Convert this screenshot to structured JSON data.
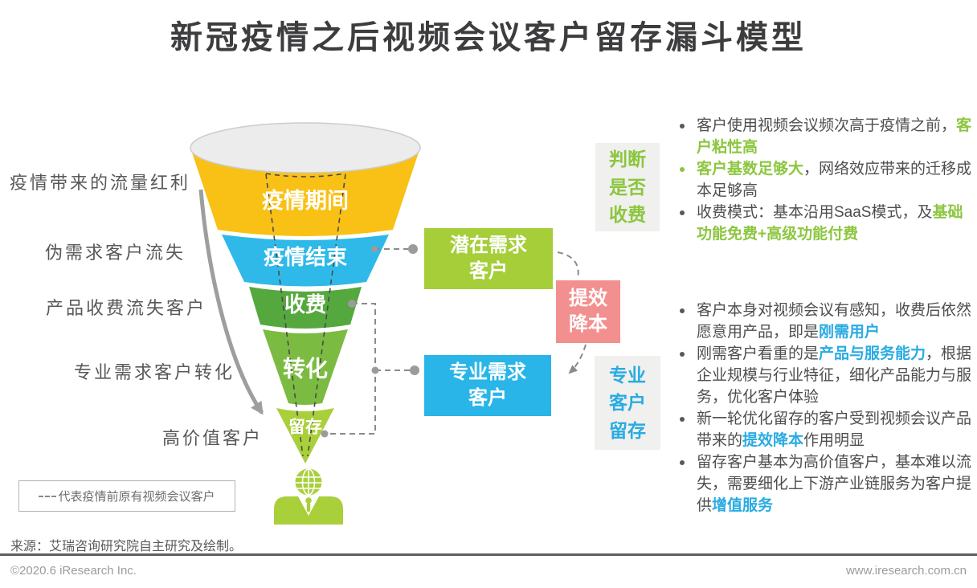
{
  "title": "新冠疫情之后视频会议客户留存漏斗模型",
  "funnel": {
    "layers": [
      {
        "label": "疫情期间",
        "color": "#F9C116"
      },
      {
        "label": "疫情结束",
        "color": "#2EB9E9"
      },
      {
        "label": "收费",
        "color": "#55A83D"
      },
      {
        "label": "转化",
        "color": "#7CBB42"
      },
      {
        "label": "留存",
        "color": "#A9CF3B"
      }
    ],
    "left_labels": [
      {
        "text": "疫情带来的流量红利"
      },
      {
        "text": "伪需求客户流失"
      },
      {
        "text": "产品收费流失客户"
      },
      {
        "text": "专业需求客户转化"
      },
      {
        "text": "高价值客户"
      }
    ]
  },
  "flow_boxes": {
    "potential": {
      "label": "潜在需求\n客户",
      "color": "#A5CE39"
    },
    "efficiency": {
      "label": "提效\n降本",
      "color": "#F2908F"
    },
    "professional": {
      "label": "专业需求\n客户",
      "color": "#29B5E8"
    }
  },
  "side_panels": {
    "charge_decision": {
      "label": "判断\n是否\n收费",
      "text_color": "#8CC63F",
      "bg": "#F0F0EE"
    },
    "pro_retention": {
      "label": "专业\n客户\n留存",
      "text_color": "#29ABE2",
      "bg": "#F0F0EE"
    }
  },
  "bullet_blocks": [
    {
      "items": [
        {
          "segments": [
            {
              "text": "客户使用视频会议频次高于疫情之前，"
            },
            {
              "text": "客户粘性高",
              "style": "green"
            }
          ]
        },
        {
          "bullet_color": "green",
          "segments": [
            {
              "text": "客户基数足够大",
              "style": "green"
            },
            {
              "text": "，网络效应带来的迁移成本足够高"
            }
          ]
        },
        {
          "segments": [
            {
              "text": "收费模式：基本沿用SaaS模式，及"
            },
            {
              "text": "基础功能免费+高级功能付费",
              "style": "green"
            }
          ]
        }
      ]
    },
    {
      "items": [
        {
          "segments": [
            {
              "text": "客户本身对视频会议有感知，收费后依然愿意用产品，即是"
            },
            {
              "text": "刚需用户",
              "style": "cyan"
            }
          ]
        },
        {
          "segments": [
            {
              "text": "刚需客户看重的是"
            },
            {
              "text": "产品与服务能力",
              "style": "cyan"
            },
            {
              "text": "，根据企业规模与行业特征，细化产品能力与服务，优化客户体验"
            }
          ]
        },
        {
          "segments": [
            {
              "text": "新一轮优化留存的客户受到视频会议产品带来的"
            },
            {
              "text": "提效降本",
              "style": "cyan"
            },
            {
              "text": "作用明显"
            }
          ]
        },
        {
          "segments": [
            {
              "text": "留存客户基本为高价值客户，基本难以流失，需要细化上下游产业链服务为客户提供"
            },
            {
              "text": "增值服务",
              "style": "cyan"
            }
          ]
        }
      ]
    }
  ],
  "legend": {
    "dash": "--",
    "text": "代表疫情前原有视频会议客户"
  },
  "source": "来源：艾瑞咨询研究院自主研究及绘制。",
  "footer": {
    "left": "©2020.6 iResearch Inc.",
    "right": "www.iresearch.com.cn"
  },
  "colors": {
    "title": "#3D3D3F",
    "emphasis_green": "#8CC63F",
    "emphasis_cyan": "#29ABE2",
    "body_text": "#4E4E50",
    "left_label": "#58585A",
    "funnel_mouth": "#ECECEC",
    "connector_gray": "#8A8A8A",
    "person_icon": "#A9CF3B"
  }
}
